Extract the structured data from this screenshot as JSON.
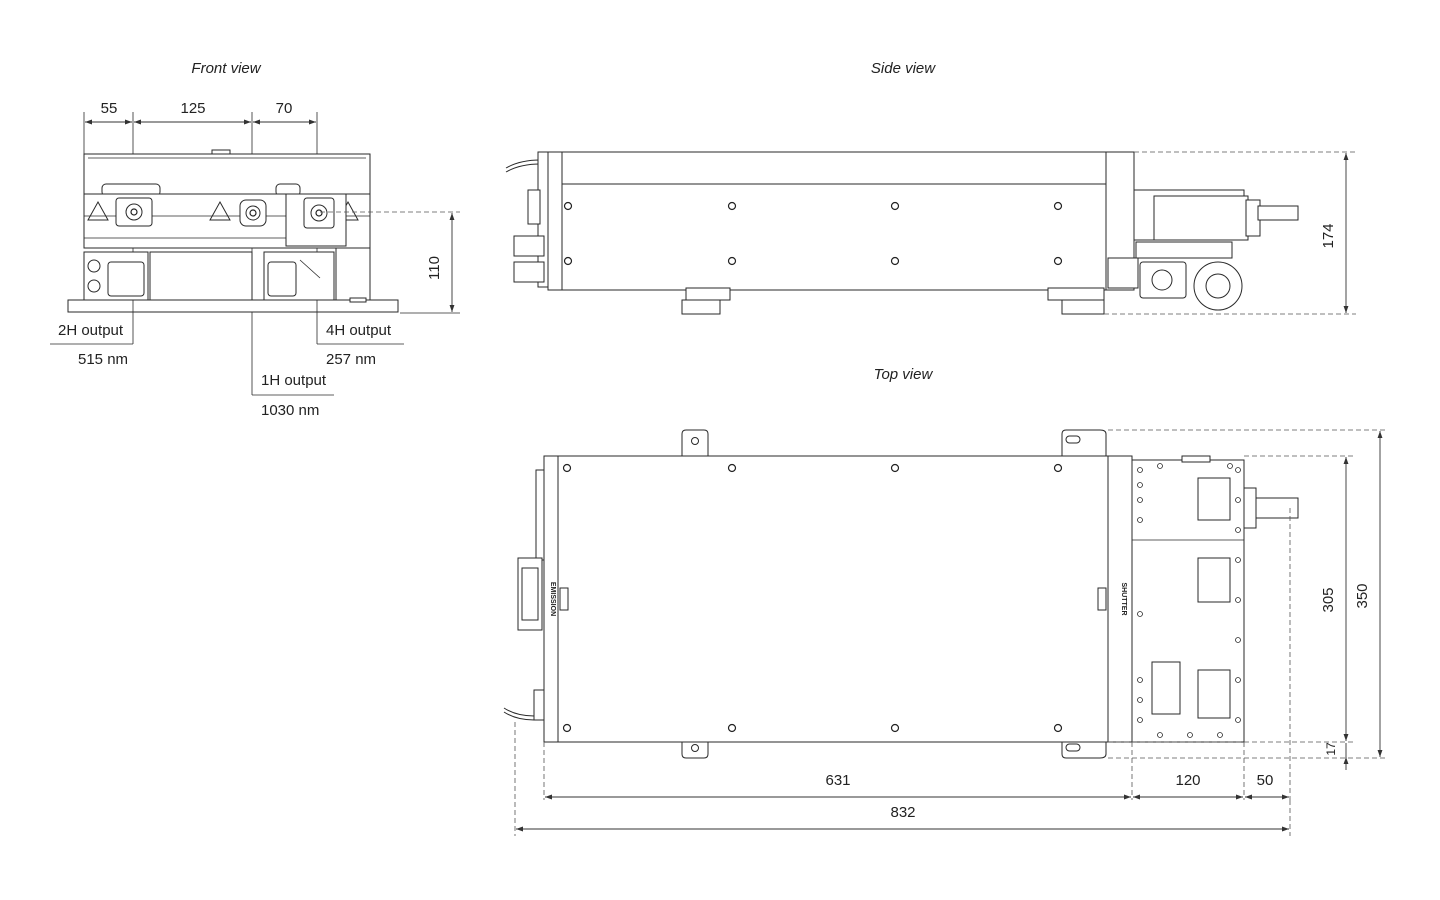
{
  "views": {
    "front": {
      "title": "Front view"
    },
    "side": {
      "title": "Side view"
    },
    "top": {
      "title": "Top view"
    }
  },
  "front_dims": {
    "a": "55",
    "b": "125",
    "c": "70",
    "height": "110"
  },
  "outputs": {
    "h2": {
      "label": "2H output",
      "wavelength": "515 nm"
    },
    "h4": {
      "label": "4H output",
      "wavelength": "257 nm"
    },
    "h1": {
      "label": "1H output",
      "wavelength": "1030 nm"
    }
  },
  "side_dims": {
    "height": "174"
  },
  "top_dims": {
    "length_main": "631",
    "length_module": "120",
    "length_output": "50",
    "length_total": "832",
    "depth_inner": "305",
    "depth_total": "350",
    "depth_foot": "17"
  },
  "panel_labels": {
    "emission": "EMISSION",
    "shutter": "SHUTTER"
  }
}
